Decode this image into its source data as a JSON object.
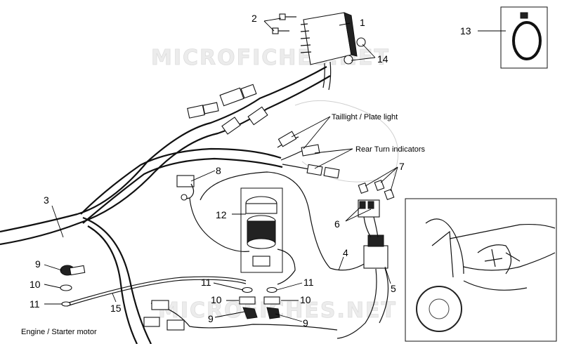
{
  "watermark": {
    "top": "MICROFICHES.NET",
    "bottom": "MICROFICHES.NET"
  },
  "callouts": {
    "n1": "1",
    "n2": "2",
    "n3": "3",
    "n4": "4",
    "n5": "5",
    "n6": "6",
    "n7": "7",
    "n8": "8",
    "n9a": "9",
    "n9b": "9",
    "n9c": "9",
    "n10a": "10",
    "n10b": "10",
    "n10c": "10",
    "n11a": "11",
    "n11b": "11",
    "n11c": "11",
    "n12": "12",
    "n13": "13",
    "n14": "14",
    "n15": "15"
  },
  "labels": {
    "taillight": "Taillight / Plate light",
    "rear_turn": "Rear Turn indicators",
    "engine_starter": "Engine / Starter motor"
  }
}
